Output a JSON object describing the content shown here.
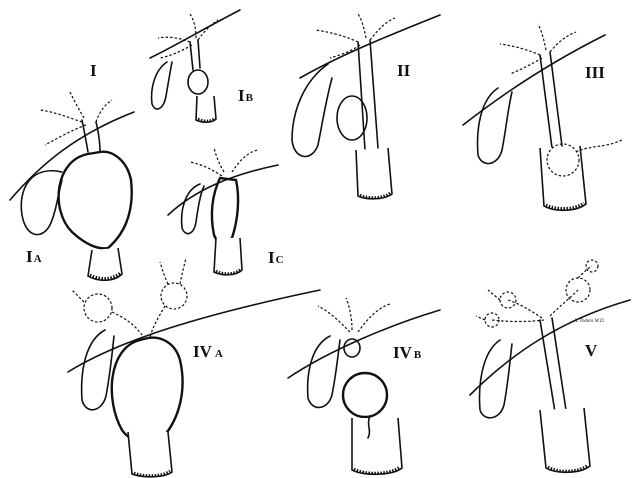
{
  "figure": {
    "panels": [
      {
        "id": "I",
        "label": "I"
      },
      {
        "id": "IA",
        "label_main": "I",
        "label_sub": "A"
      },
      {
        "id": "IB",
        "label_main": "I",
        "label_sub": "B"
      },
      {
        "id": "IC",
        "label_main": "I",
        "label_sub": "C"
      },
      {
        "id": "II",
        "label": "II"
      },
      {
        "id": "III",
        "label": "III"
      },
      {
        "id": "IVA",
        "label_main": "IV",
        "label_sub": "A"
      },
      {
        "id": "IVB",
        "label_main": "IV",
        "label_sub": "B"
      },
      {
        "id": "V",
        "label": "V"
      }
    ],
    "signature": "A. Todani M.D."
  }
}
